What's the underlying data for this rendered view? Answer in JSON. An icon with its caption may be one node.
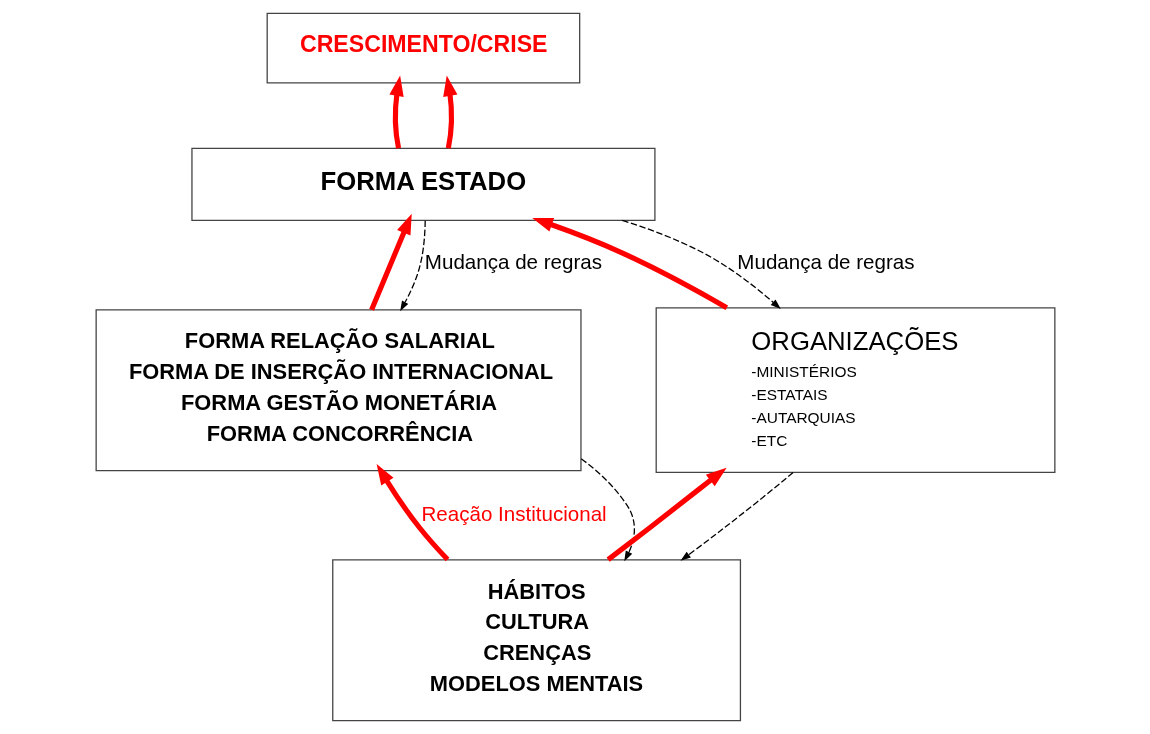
{
  "diagram": {
    "nodes": [
      {
        "text": [
          "CRESCIMENTO/CRISE"
        ]
      },
      {
        "text": [
          "FORMA ESTADO"
        ]
      },
      {
        "text": [
          "FORMA RELAÇÃO SALARIAL",
          "FORMA DE INSERÇÃO INTERNACIONAL",
          "FORMA GESTÃO MONETÁRIA",
          "FORMA CONCORRÊNCIA"
        ]
      },
      {
        "text": [
          "ORGANIZAÇÕES",
          "-MINISTÉRIOS",
          "-ESTATAIS",
          "-AUTARQUIAS",
          "-ETC"
        ]
      },
      {
        "text": [
          "HÁBITOS",
          "CULTURA",
          "CRENÇAS",
          "MODELOS MENTAIS"
        ]
      }
    ],
    "edges": [
      {
        "from": 1,
        "to": 0,
        "arrow": "to"
      },
      {
        "from": 1,
        "to": 0,
        "arrow": "to"
      },
      {
        "from": 1,
        "to": 2,
        "arrow": "to",
        "label": "Mudança de regras",
        "style": "dashed",
        "color": "#000000"
      },
      {
        "from": 2,
        "to": 1,
        "arrow": "to"
      },
      {
        "from": 3,
        "to": 1,
        "arrow": "to"
      },
      {
        "from": 1,
        "to": 3,
        "arrow": "to",
        "label": "Mudança de regras",
        "style": "dashed",
        "color": "#000000"
      },
      {
        "from": 2,
        "to": 4,
        "arrow": "to",
        "style": "dashed",
        "color": "#000000"
      },
      {
        "from": 4,
        "to": 2,
        "arrow": "to",
        "label": "Reação Institucional"
      },
      {
        "from": 4,
        "to": 3,
        "arrow": "to"
      },
      {
        "from": 3,
        "to": 4,
        "arrow": "to",
        "style": "dashed",
        "color": "#000000"
      }
    ]
  }
}
